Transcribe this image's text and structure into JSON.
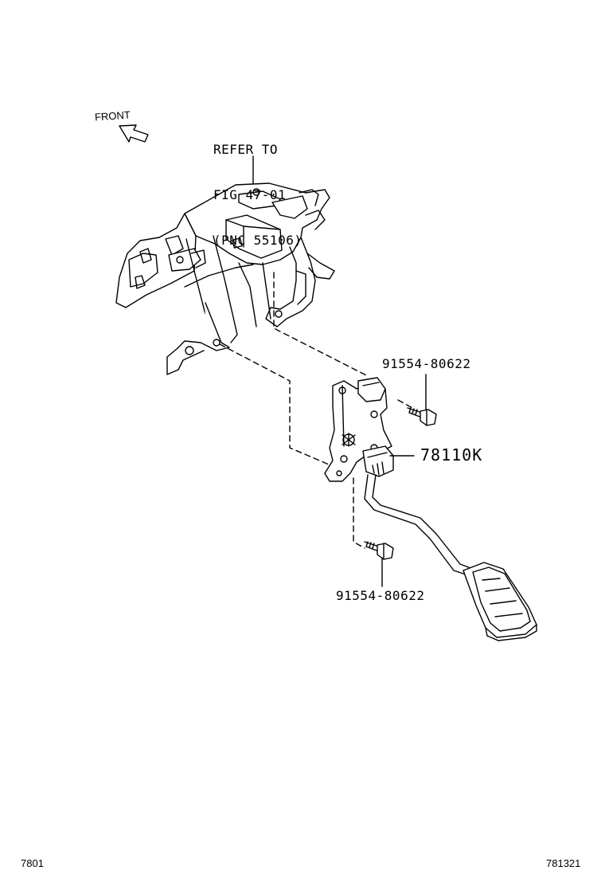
{
  "orientation": {
    "label": "FRONT"
  },
  "reference": {
    "line1": "REFER TO",
    "line2": "FIG 47-01",
    "line3": "(PNC 55106)"
  },
  "parts": {
    "bolt_upper": "91554-80622",
    "pedal_assy": "78110K",
    "bolt_lower": "91554-80622"
  },
  "footer": {
    "left_code": "7801",
    "right_code": "781321"
  }
}
